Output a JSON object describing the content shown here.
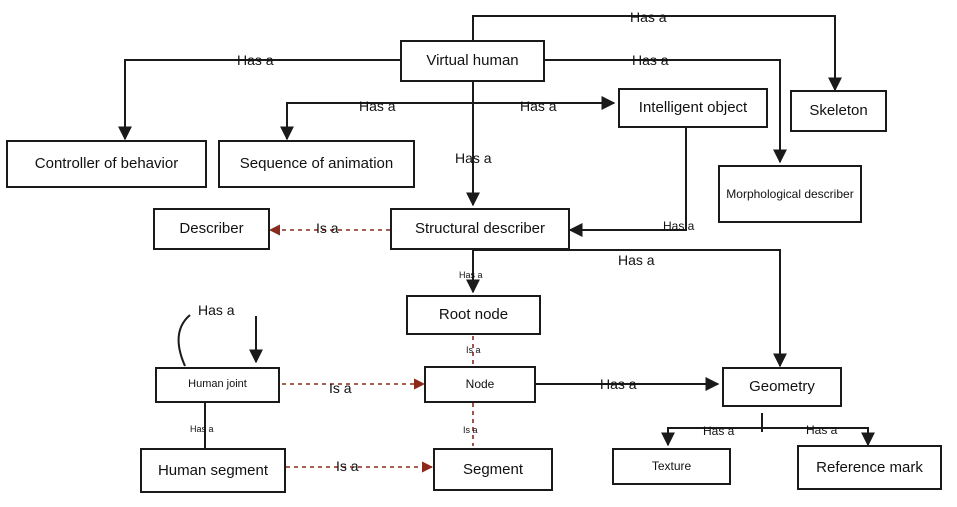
{
  "nodes": {
    "virtual_human": "Virtual human",
    "skeleton": "Skeleton",
    "intelligent_object": "Intelligent object",
    "controller_of_behavior": "Controller of behavior",
    "sequence_of_animation": "Sequence of animation",
    "morphological_describer": "Morphological describer",
    "describer": "Describer",
    "structural_describer": "Structural describer",
    "root_node": "Root node",
    "human_joint": "Human joint",
    "node": "Node",
    "geometry": "Geometry",
    "human_segment": "Human segment",
    "segment": "Segment",
    "texture": "Texture",
    "reference_mark": "Reference mark"
  },
  "relations": {
    "has_a": "Has a",
    "is_a": "Is a"
  },
  "colors": {
    "line": "#1a1a1a",
    "is_a_dashed": "#8b2a1a"
  }
}
